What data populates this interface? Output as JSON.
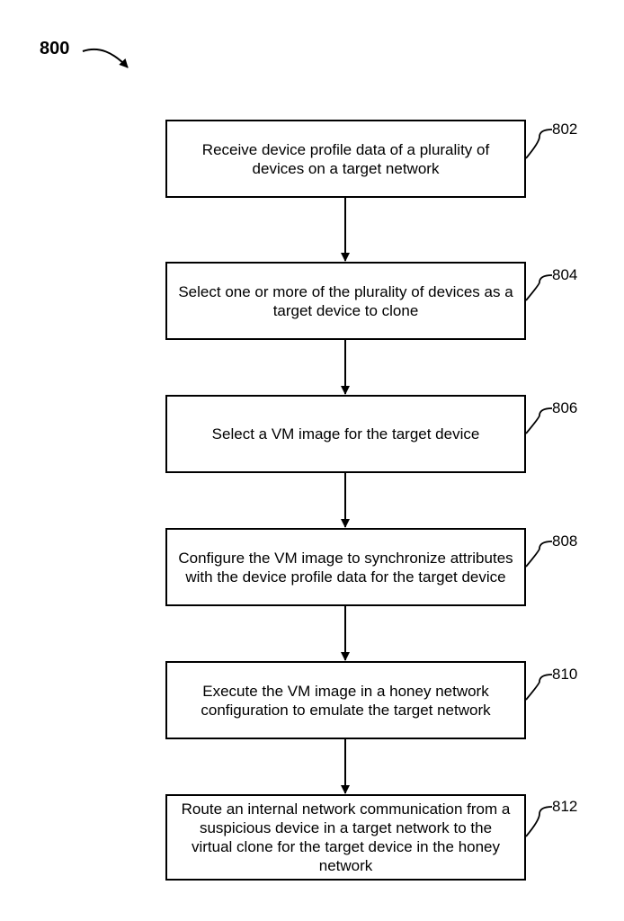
{
  "figure_label": "800",
  "steps": [
    {
      "ref": "802",
      "text": "Receive device profile data of a plurality of devices on a target network"
    },
    {
      "ref": "804",
      "text": "Select one or more of the plurality of devices as a target device to clone"
    },
    {
      "ref": "806",
      "text": "Select a VM image for the target device"
    },
    {
      "ref": "808",
      "text": "Configure the VM image to synchronize attributes with the device profile data for the target device"
    },
    {
      "ref": "810",
      "text": "Execute the VM image in a honey network configuration to emulate the target network"
    },
    {
      "ref": "812",
      "text": "Route an internal network communication from a suspicious device in a target network to the virtual clone for the target device in the honey network"
    }
  ]
}
